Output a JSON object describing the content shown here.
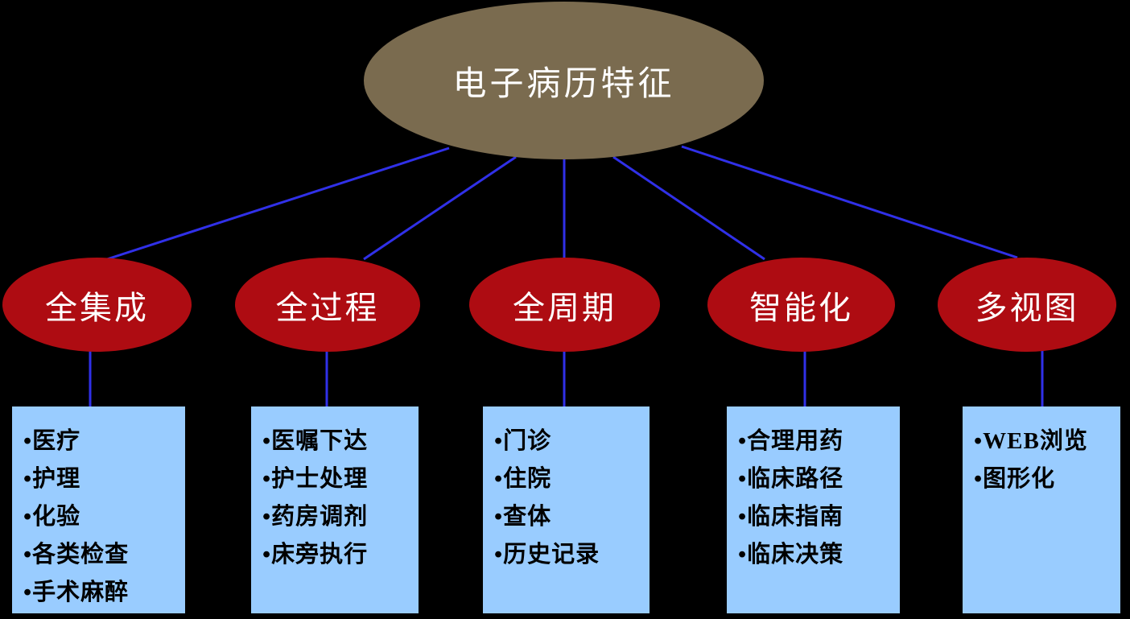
{
  "diagram": {
    "title": "电子病历特征",
    "bullet_char": "•",
    "root": {
      "label": "电子病历特征"
    },
    "branches": [
      {
        "label": "全集成",
        "items": [
          "医疗",
          "护理",
          "化验",
          "各类检查",
          "手术麻醉"
        ]
      },
      {
        "label": "全过程",
        "items": [
          "医嘱下达",
          "护士处理",
          "药房调剂",
          "床旁执行"
        ]
      },
      {
        "label": "全周期",
        "items": [
          "门诊",
          "住院",
          "查体",
          "历史记录"
        ]
      },
      {
        "label": "智能化",
        "items": [
          "合理用药",
          "临床路径",
          "临床指南",
          "临床决策"
        ]
      },
      {
        "label": "多视图",
        "items": [
          "WEB浏览",
          "图形化"
        ]
      }
    ],
    "colors": {
      "background": "#000000",
      "root_fill": "#7A6B4F",
      "branch_fill": "#AE0C12",
      "box_fill": "#99CCFF",
      "connector": "#3030E8",
      "root_text": "#FFFFFF",
      "branch_text": "#FFFFFF",
      "box_text": "#000000"
    }
  }
}
